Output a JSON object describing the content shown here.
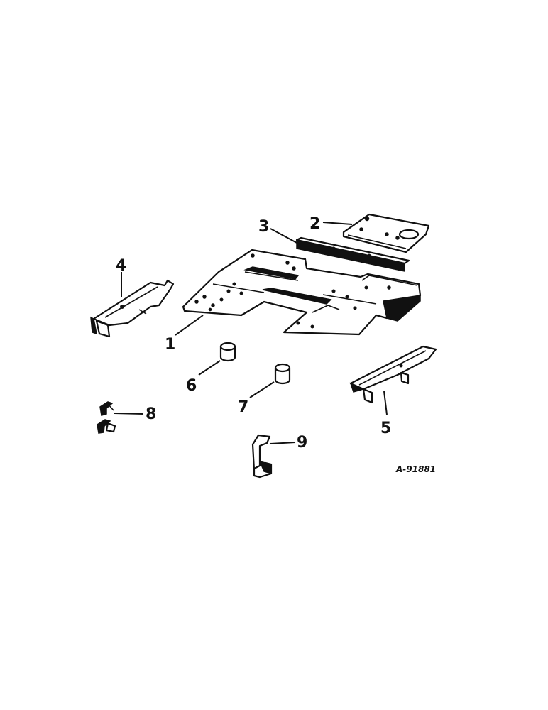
{
  "callouts": [
    {
      "id": "1",
      "label": "1"
    },
    {
      "id": "2",
      "label": "2"
    },
    {
      "id": "3",
      "label": "3"
    },
    {
      "id": "4",
      "label": "4"
    },
    {
      "id": "5",
      "label": "5"
    },
    {
      "id": "6",
      "label": "6"
    },
    {
      "id": "7",
      "label": "7"
    },
    {
      "id": "8",
      "label": "8"
    },
    {
      "id": "9",
      "label": "9"
    }
  ],
  "reference_code": "A-91881",
  "colors": {
    "ink": "#111111",
    "paper": "#ffffff"
  }
}
